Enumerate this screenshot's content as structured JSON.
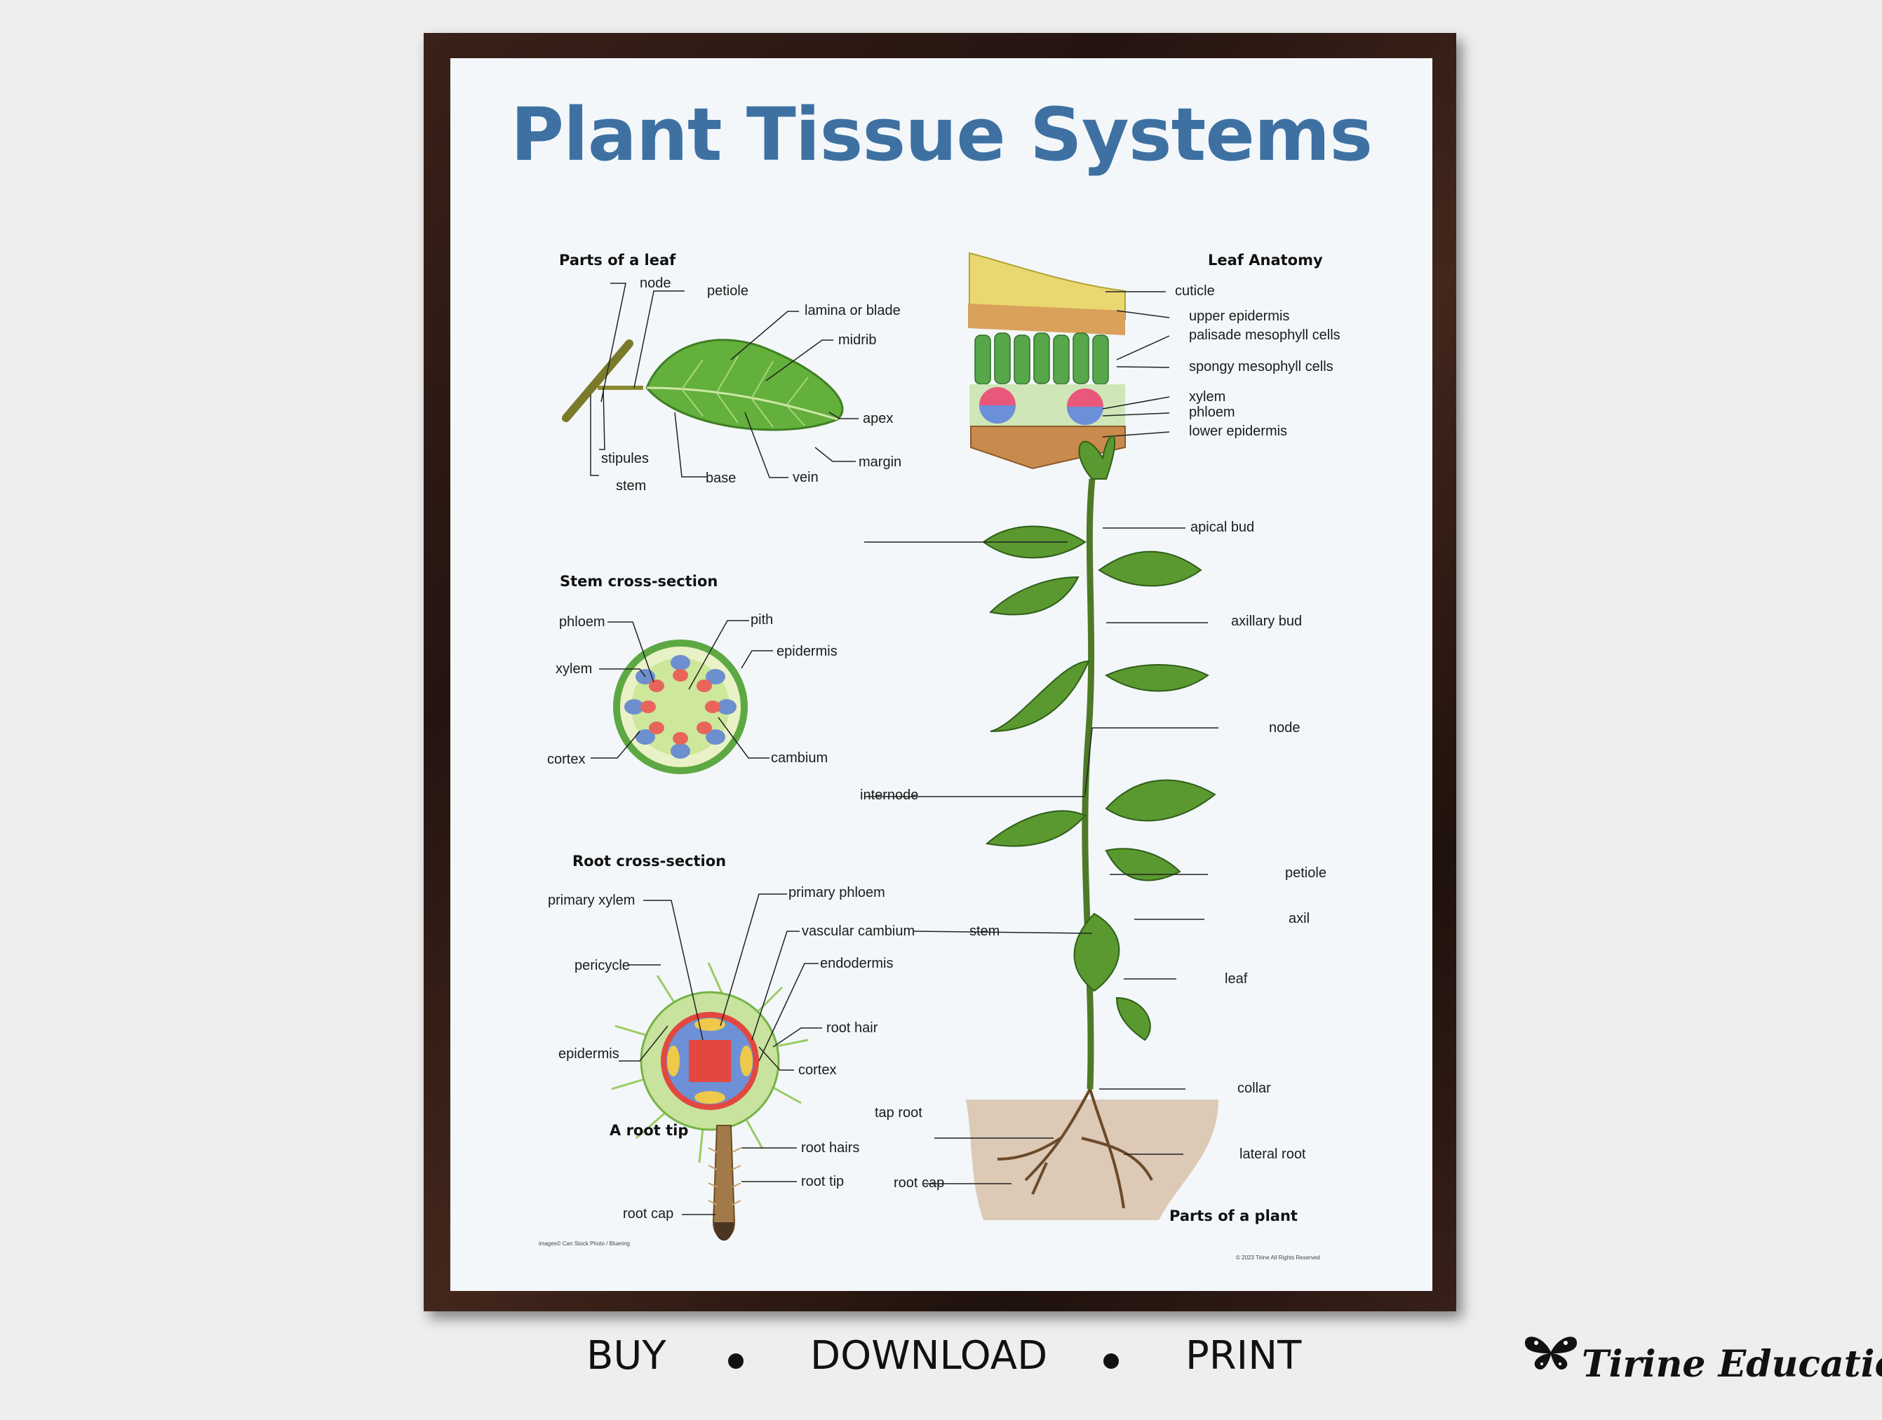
{
  "poster": {
    "title": "Plant Tissue Systems",
    "leaf": {
      "heading": "Parts of a leaf",
      "labels": {
        "node": "node",
        "petiole": "petiole",
        "lamina": "lamina or blade",
        "midrib": "midrib",
        "apex": "apex",
        "margin": "margin",
        "vein": "vein",
        "base": "base",
        "stipules": "stipules",
        "stem": "stem"
      }
    },
    "anatomy": {
      "heading": "Leaf Anatomy",
      "labels": {
        "cuticle": "cuticle",
        "upper_epidermis": "upper epidermis",
        "palisade": "palisade mesophyll cells",
        "spongy": "spongy mesophyll cells",
        "xylem": "xylem",
        "phloem": "phloem",
        "lower_epidermis": "lower epidermis"
      }
    },
    "stem_section": {
      "heading": "Stem cross-section",
      "labels": {
        "phloem": "phloem",
        "pith": "pith",
        "epidermis": "epidermis",
        "xylem": "xylem",
        "cortex": "cortex",
        "cambium": "cambium"
      }
    },
    "root_section": {
      "heading": "Root cross-section",
      "labels": {
        "primary_xylem": "primary xylem",
        "primary_phloem": "primary phloem",
        "vascular_cambium": "vascular cambium",
        "endodermis": "endodermis",
        "pericycle": "pericycle",
        "root_hair": "root hair",
        "epidermis": "epidermis",
        "cortex": "cortex"
      }
    },
    "root_tip": {
      "heading": "A root tip",
      "labels": {
        "root_hairs": "root hairs",
        "root_tip": "root tip",
        "root_cap": "root cap"
      }
    },
    "plant": {
      "heading": "Parts of a plant",
      "labels": {
        "apical_bud": "apical bud",
        "axillary_bud": "axillary bud",
        "node": "node",
        "internode": "internode",
        "petiole": "petiole",
        "axil": "axil",
        "stem": "stem",
        "leaf": "leaf",
        "collar": "collar",
        "tap_root": "tap root",
        "lateral_root": "lateral root",
        "root_cap": "root cap"
      }
    },
    "credit": "images© Can Stock Photo / Bluering",
    "copyright": "© 2023 Tirine  All Rights Reserved"
  },
  "footer": {
    "buy": "BUY",
    "download": "DOWNLOAD",
    "print": "PRINT"
  },
  "brand": {
    "name": "Tirine Education",
    "logo_icon": "butterfly-icon"
  },
  "colors": {
    "title": "#3e71a2",
    "leaf_green": "#5fa83a",
    "xylem_blue": "#6d8fd0",
    "phloem_red": "#e8655c",
    "frame_wood": "#2e1a13",
    "soil": "#dcc9b6"
  }
}
